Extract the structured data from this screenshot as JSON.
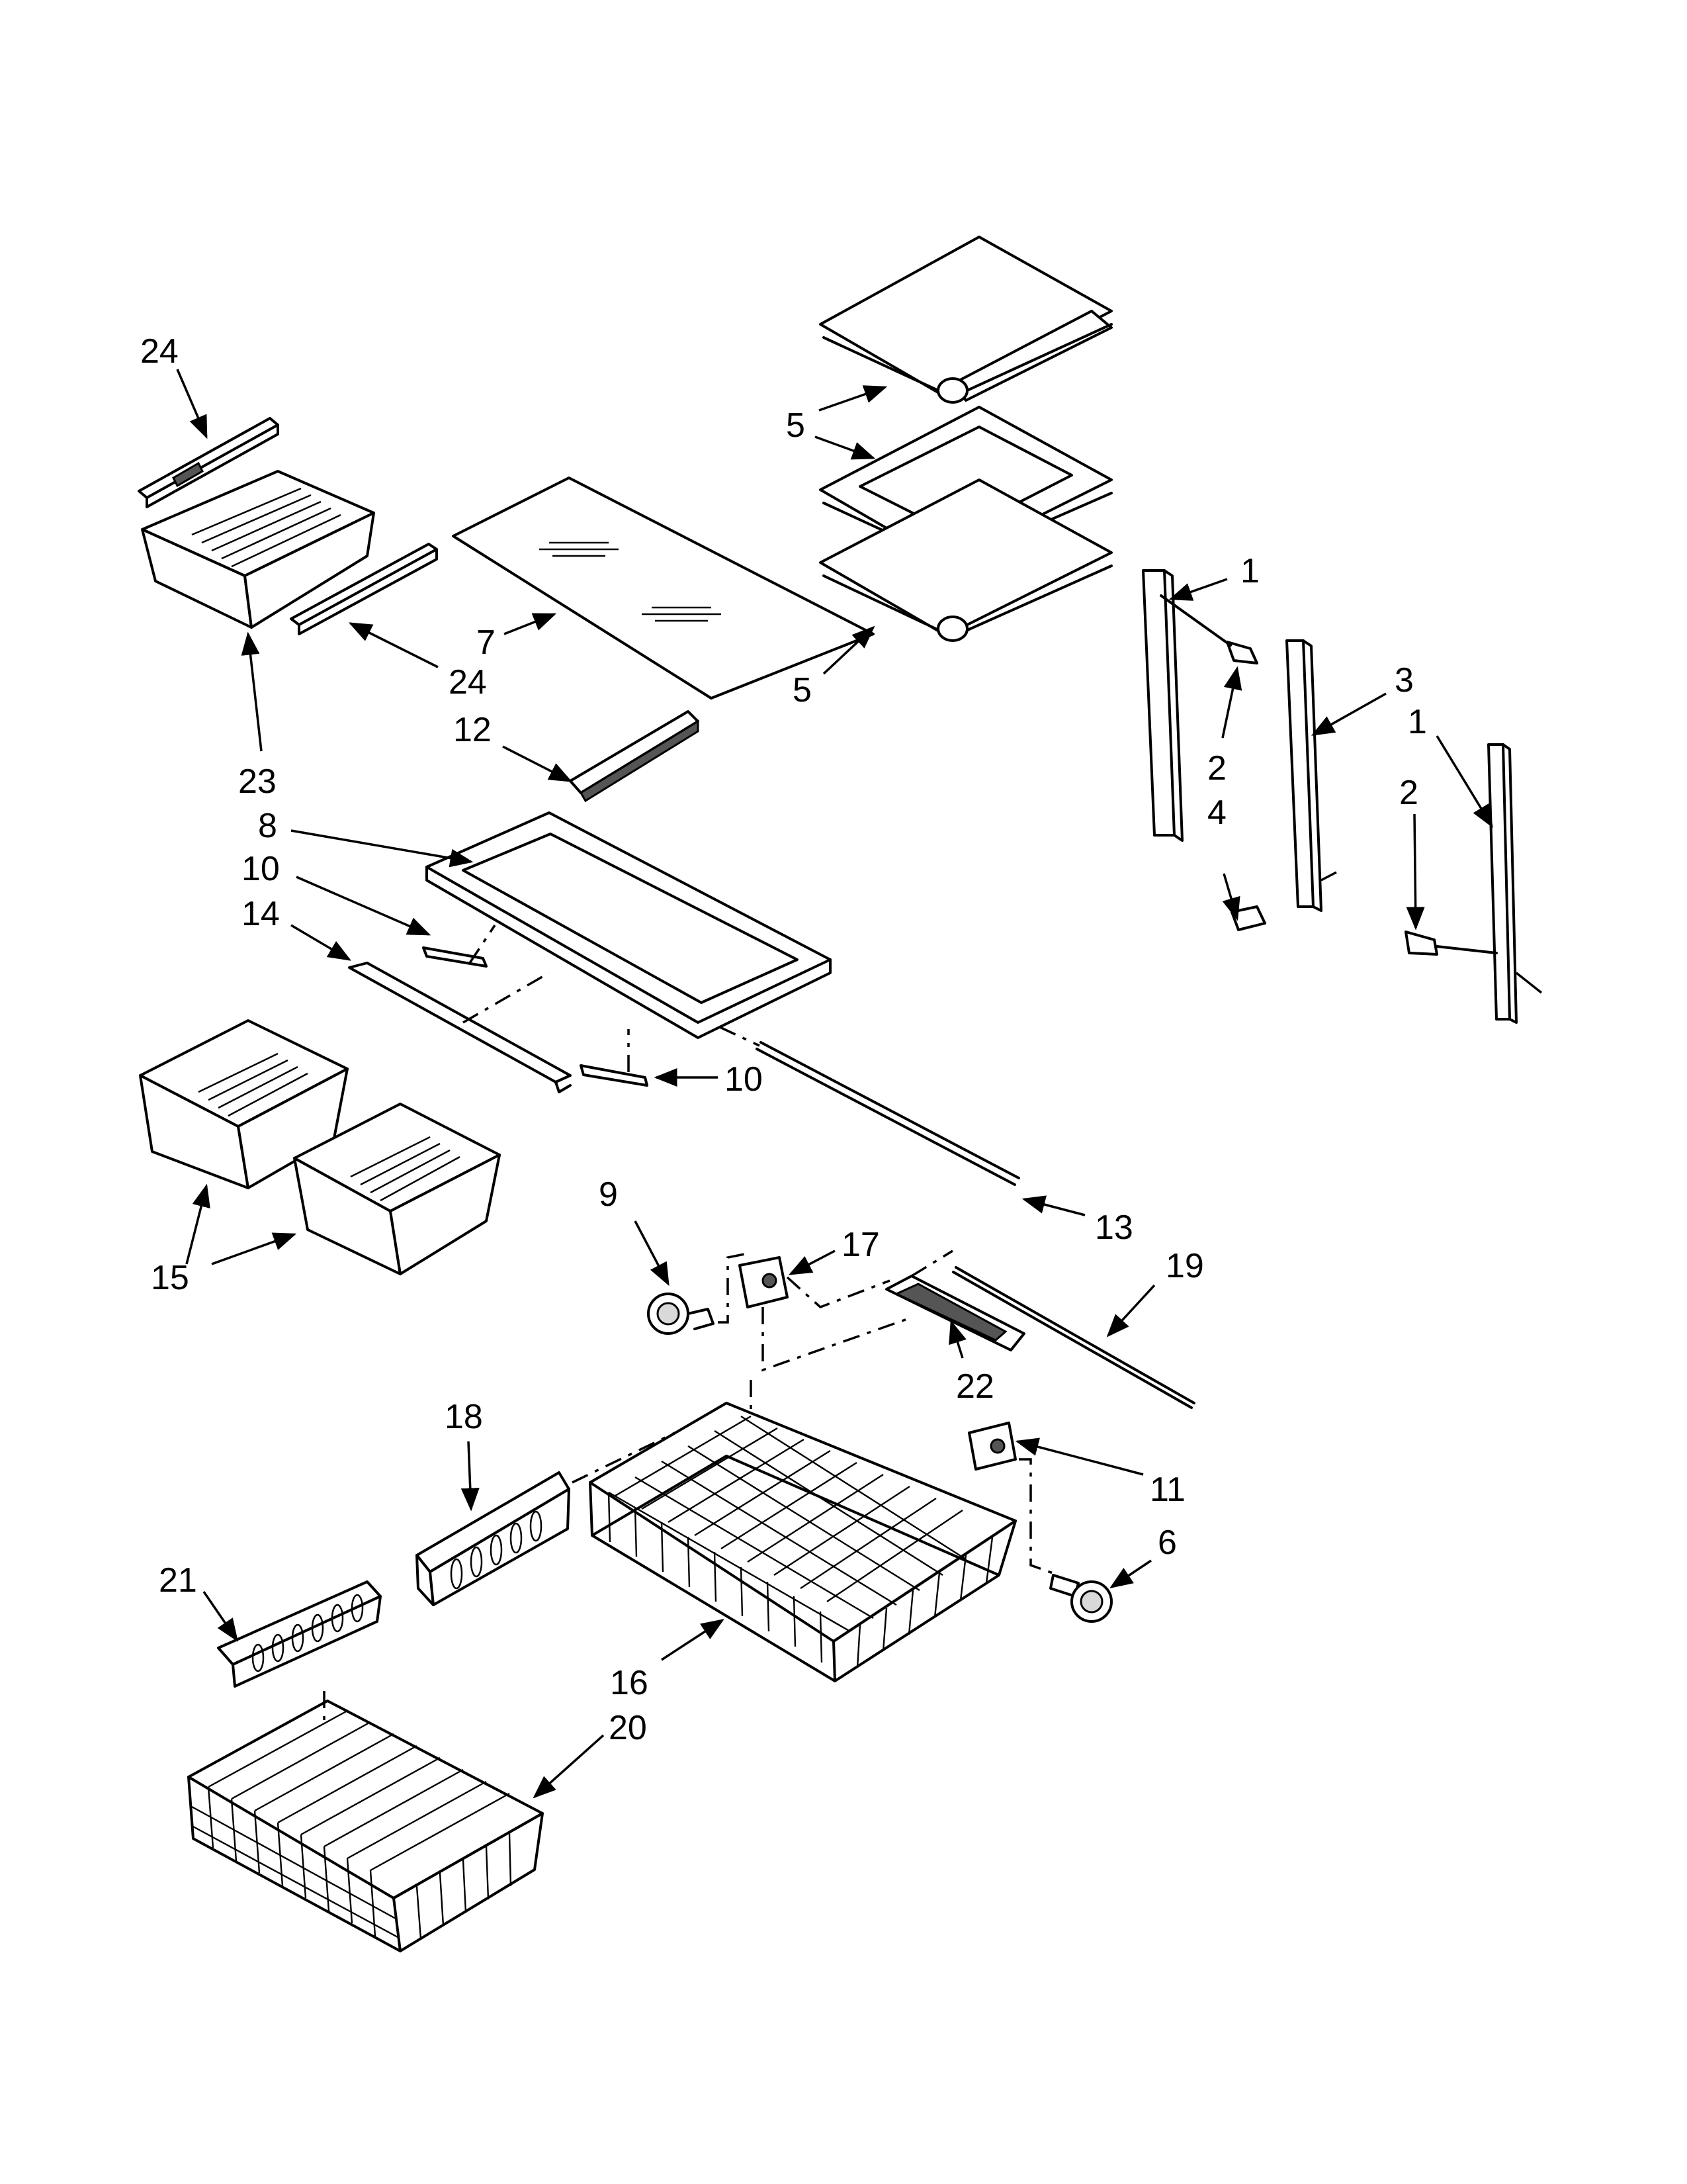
{
  "callouts": [
    {
      "id": "c24a",
      "text": "24"
    },
    {
      "id": "c24b",
      "text": "24"
    },
    {
      "id": "c23",
      "text": "23"
    },
    {
      "id": "c7",
      "text": "7"
    },
    {
      "id": "c5a",
      "text": "5"
    },
    {
      "id": "c5b",
      "text": "5"
    },
    {
      "id": "c1a",
      "text": "1"
    },
    {
      "id": "c3",
      "text": "3"
    },
    {
      "id": "c1b",
      "text": "1"
    },
    {
      "id": "c2a",
      "text": "2"
    },
    {
      "id": "c4",
      "text": "4"
    },
    {
      "id": "c2b",
      "text": "2"
    },
    {
      "id": "c12",
      "text": "12"
    },
    {
      "id": "c8",
      "text": "8"
    },
    {
      "id": "c10a",
      "text": "10"
    },
    {
      "id": "c14",
      "text": "14"
    },
    {
      "id": "c10b",
      "text": "10"
    },
    {
      "id": "c13",
      "text": "13"
    },
    {
      "id": "c15",
      "text": "15"
    },
    {
      "id": "c9",
      "text": "9"
    },
    {
      "id": "c17",
      "text": "17"
    },
    {
      "id": "c19",
      "text": "19"
    },
    {
      "id": "c22",
      "text": "22"
    },
    {
      "id": "c18",
      "text": "18"
    },
    {
      "id": "c11",
      "text": "11"
    },
    {
      "id": "c6",
      "text": "6"
    },
    {
      "id": "c21",
      "text": "21"
    },
    {
      "id": "c16",
      "text": "16"
    },
    {
      "id": "c20",
      "text": "20"
    }
  ]
}
